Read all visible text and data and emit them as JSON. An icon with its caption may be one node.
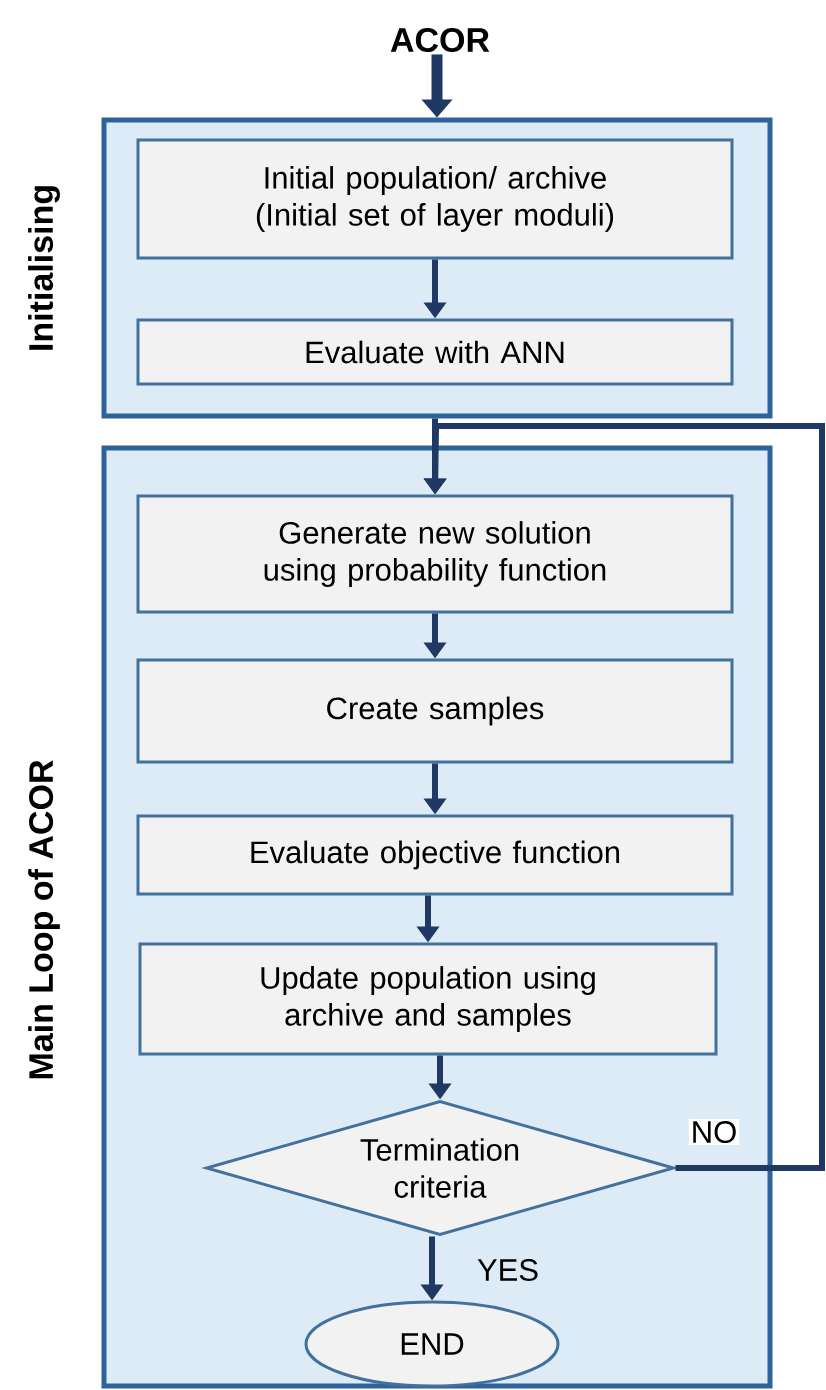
{
  "diagram": {
    "nodes": [
      {
        "text": [
          "ACOR"
        ]
      },
      {
        "text": [
          "Initialising"
        ]
      },
      {
        "text": [
          "Initial population/ archive (Initial set of layer moduli)"
        ],
        "in": 1
      },
      {
        "text": [
          "Evaluate with ANN"
        ],
        "in": 1
      },
      {
        "text": [
          "Main Loop of ACOR"
        ]
      },
      {
        "text": [
          "Generate new solution using probability function"
        ],
        "in": 4
      },
      {
        "text": [
          "Create samples"
        ],
        "in": 4
      },
      {
        "text": [
          "Evaluate objective function"
        ],
        "in": 4
      },
      {
        "text": [
          "Update population using archive and samples"
        ],
        "in": 4
      },
      {
        "text": [
          "Termination criteria"
        ],
        "in": 4
      },
      {
        "text": [
          "END"
        ],
        "in": 4
      }
    ],
    "edges": [
      {
        "from": 0,
        "to": 1,
        "arrow": "to",
        "style": "thick"
      },
      {
        "from": 2,
        "to": 3,
        "arrow": "to"
      },
      {
        "from": 1,
        "to": 5,
        "arrow": "to"
      },
      {
        "from": 5,
        "to": 6,
        "arrow": "to"
      },
      {
        "from": 6,
        "to": 7,
        "arrow": "to"
      },
      {
        "from": 7,
        "to": 8,
        "arrow": "to"
      },
      {
        "from": 8,
        "to": 9,
        "arrow": "to"
      },
      {
        "from": 9,
        "to": 10,
        "arrow": "to",
        "label": "YES"
      },
      {
        "from": 9,
        "to": 5,
        "arrow": "to",
        "label": "NO"
      }
    ]
  }
}
